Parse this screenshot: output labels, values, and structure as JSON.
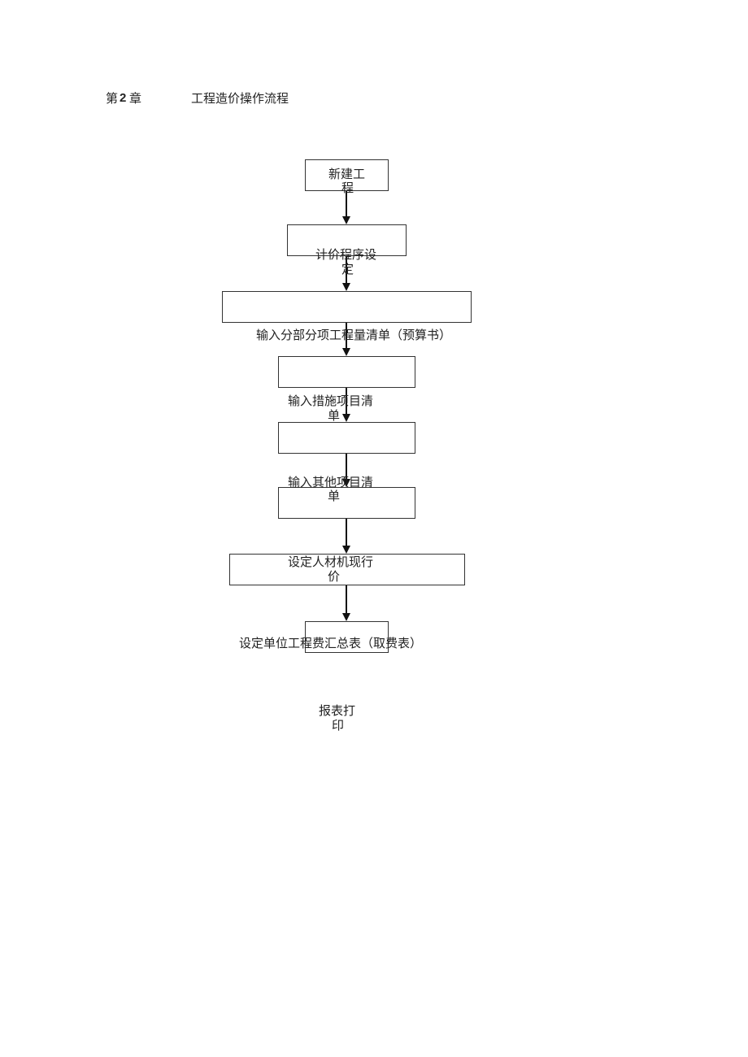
{
  "heading": {
    "chapter_prefix": "第",
    "chapter_num": "2",
    "chapter_suffix": "章",
    "title": "工程造价操作流程"
  },
  "flow": {
    "steps": [
      {
        "lines": [
          "新建工",
          "程"
        ]
      },
      {
        "lines": [
          "计价程序设",
          "定"
        ]
      },
      {
        "lines": [
          "输入分部分项工程量清单（预算书）"
        ]
      },
      {
        "lines": [
          "输入措施项目清",
          "单"
        ]
      },
      {
        "lines": [
          "输入其他项目清",
          "单"
        ]
      },
      {
        "lines": [
          "设定人材机现行",
          "价"
        ]
      },
      {
        "lines": [
          "设定单位工程费汇总表（取费表）"
        ]
      },
      {
        "lines": [
          "报表打",
          "印"
        ]
      }
    ]
  }
}
